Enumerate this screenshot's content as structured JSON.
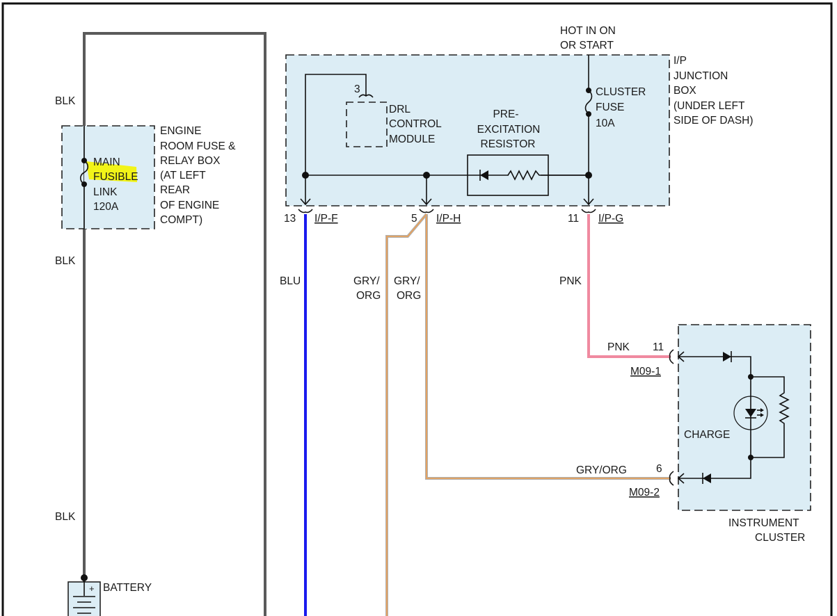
{
  "diagram": {
    "title": "Charging system schematic - charge indicator circuit",
    "colors": {
      "blk_wire": "#5a5a5a",
      "blu_wire": "#1a1aee",
      "gry_org_wire_outer": "#b0b0b0",
      "gry_org_wire_inner": "#f0a050",
      "pnk_wire": "#f08aa0",
      "component_fill": "#dcedf5",
      "highlight": "#f4f400"
    },
    "power_source": {
      "label_line1": "HOT IN ON",
      "label_line2": "OR START"
    },
    "engine_room_box": {
      "label_lines": [
        "ENGINE",
        "ROOM FUSE &",
        "RELAY BOX",
        "(AT LEFT",
        "REAR",
        "OF ENGINE",
        "COMPT)"
      ],
      "fuse_lines": [
        "MAIN",
        "FUSIBLE",
        "LINK",
        "120A"
      ],
      "highlighted_word": "FUSIBLE"
    },
    "ip_junction_box": {
      "label_lines": [
        "I/P",
        "JUNCTION",
        "BOX",
        "(UNDER LEFT",
        "SIDE OF DASH)"
      ],
      "cluster_fuse_lines": [
        "CLUSTER",
        "FUSE",
        "10A"
      ],
      "drl_module_lines": [
        "DRL",
        "CONTROL",
        "MODULE"
      ],
      "drl_pin": "3",
      "resistor_lines": [
        "PRE-",
        "EXCITATION",
        "RESISTOR"
      ],
      "connectors": [
        {
          "pin": "13",
          "name": "I/P-F"
        },
        {
          "pin": "5",
          "name": "I/P-H"
        },
        {
          "pin": "11",
          "name": "I/P-G"
        }
      ]
    },
    "wires": {
      "blk_top": "BLK",
      "blk_mid": "BLK",
      "blk_bottom": "BLK",
      "blu": "BLU",
      "gry_org_left_1": "GRY/",
      "gry_org_left_2": "ORG",
      "gry_org_right_1": "GRY/",
      "gry_org_right_2": "ORG",
      "pnk_vertical": "PNK",
      "pnk_horizontal": "PNK",
      "gry_org_horizontal": "GRY/ORG"
    },
    "instrument_cluster": {
      "label_line1": "INSTRUMENT",
      "label_line2": "CLUSTER",
      "lamp_label": "CHARGE",
      "connectors": [
        {
          "pin": "11",
          "name": "M09-1"
        },
        {
          "pin": "6",
          "name": "M09-2"
        }
      ]
    },
    "battery": {
      "label": "BATTERY",
      "terminal": "+"
    }
  }
}
